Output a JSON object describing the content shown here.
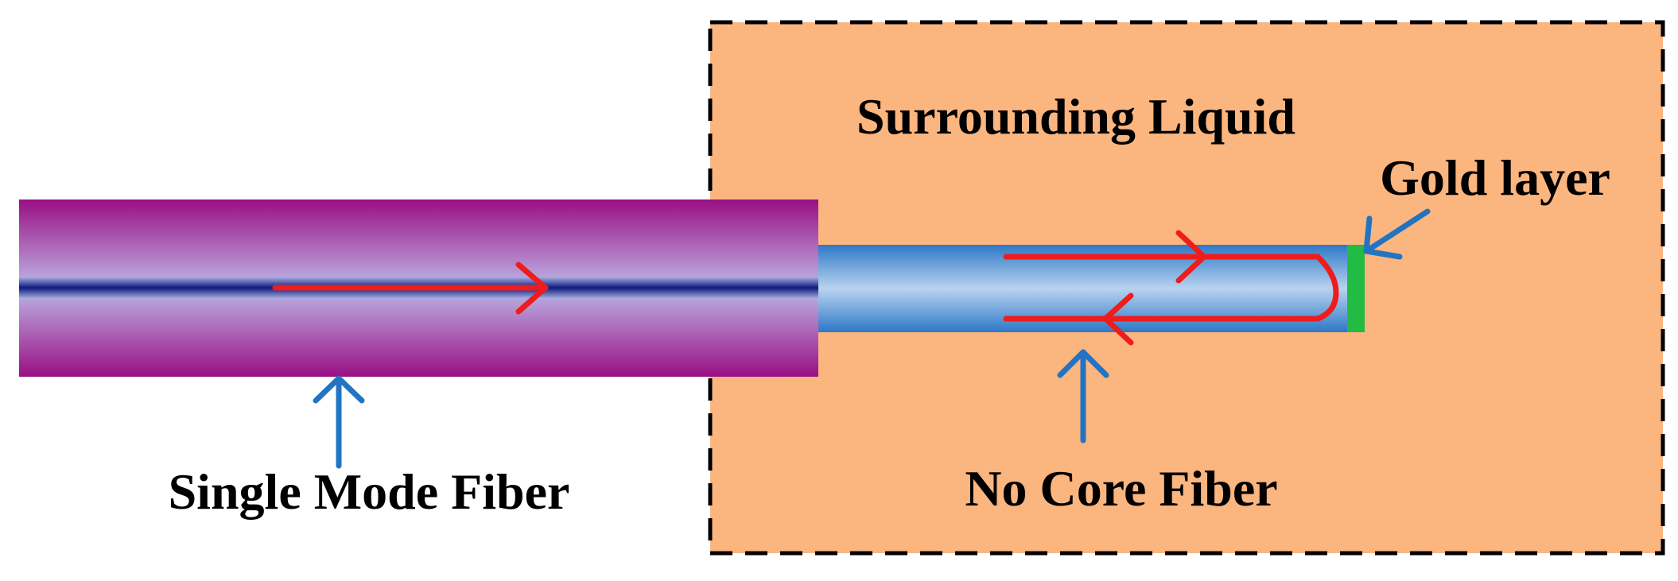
{
  "labels": {
    "surrounding_liquid": "Surrounding Liquid",
    "gold_layer": "Gold layer",
    "single_mode_fiber": "Single Mode Fiber",
    "no_core_fiber": "No Core Fiber"
  },
  "colors": {
    "liquid": "#FBB57F",
    "smf_cladding_edge": "#990F85",
    "smf_cladding_center": "#BEB7E6",
    "smf_core": "#1F2F93",
    "ncf_edge": "#2E78C7",
    "ncf_center": "#B8D3EF",
    "gold_layer": "#22BB44",
    "light_path": "#EE1C1C",
    "pointer_arrow": "#2274C2",
    "border": "#000000"
  }
}
